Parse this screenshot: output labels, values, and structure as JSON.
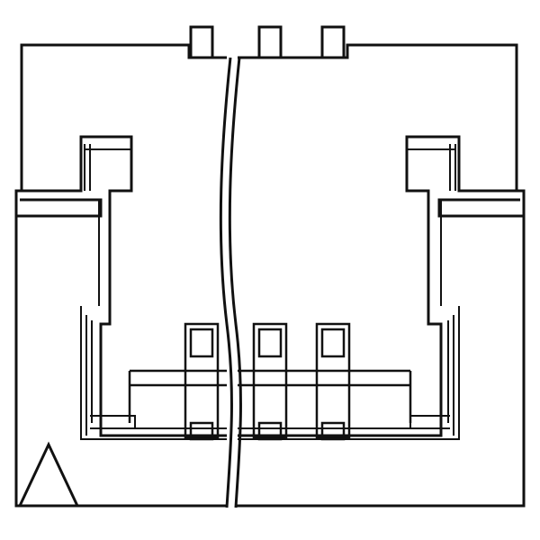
{
  "diagram": {
    "kind": "mechanical-connector-drawing",
    "style": {
      "stroke": "#111111",
      "background": "#ffffff"
    },
    "parts": {
      "top_tabs": 3,
      "bottom_pins": 3,
      "orientation_mark": "triangle",
      "break_line": "wavy-vertical"
    }
  }
}
